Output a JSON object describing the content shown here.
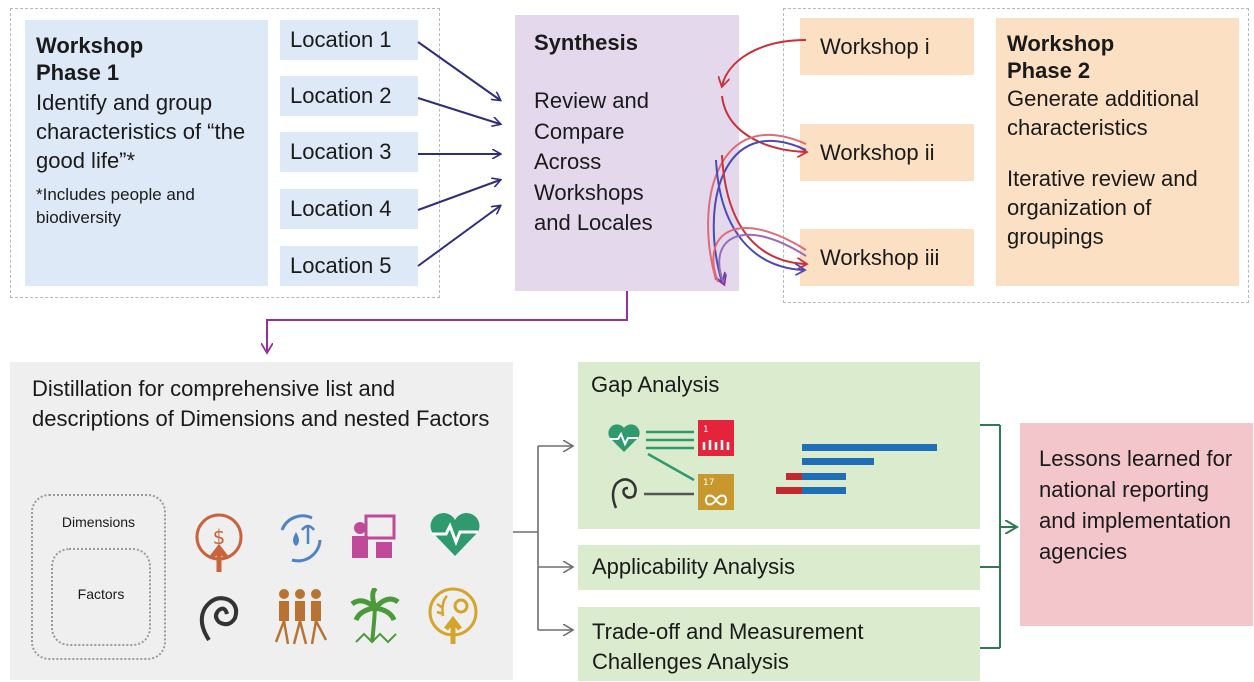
{
  "phase1": {
    "title_line1": "Workshop",
    "title_line2": "Phase 1",
    "desc": "Identify and group characteristics of “the good life”*",
    "note": "*Includes people and biodiversity"
  },
  "locations": [
    "Location 1",
    "Location 2",
    "Location 3",
    "Location 4",
    "Location 5"
  ],
  "synthesis": {
    "title": "Synthesis",
    "desc": "Review and Compare Across Workshops and Locales"
  },
  "workshops": [
    "Workshop i",
    "Workshop ii",
    "Workshop iii"
  ],
  "phase2": {
    "title_line1": "Workshop",
    "title_line2": "Phase 2",
    "desc1": "Generate additional characteristics",
    "desc2": "Iterative review and organization of groupings"
  },
  "distillation": {
    "text": "Distillation for comprehensive list and descriptions of Dimensions and nested Factors",
    "dimensions_label": "Dimensions",
    "factors_label": "Factors"
  },
  "icons": [
    "money-growth-icon",
    "water-cycle-icon",
    "teaching-icon",
    "heart-icon",
    "koru-fern-icon",
    "people-roots-icon",
    "palm-tree-icon",
    "food-security-icon"
  ],
  "gap_analysis": {
    "title": "Gap Analysis",
    "sdg1_label": "1",
    "sdg17_label": "17"
  },
  "applicability": {
    "title": "Applicability Analysis"
  },
  "tradeoff": {
    "title": "Trade-off and Measurement Challenges Analysis"
  },
  "lessons": {
    "text": "Lessons learned for national reporting and implementation agencies"
  },
  "colors": {
    "arrow_navy": "#2e2e7a",
    "arrow_red": "#c9303a",
    "arrow_blue": "#4a4ab8",
    "arrow_purple": "#9a2f9a",
    "arrow_green": "#2d7a54",
    "bar_blue": "#1f6fb8",
    "bar_red": "#c02a30"
  }
}
